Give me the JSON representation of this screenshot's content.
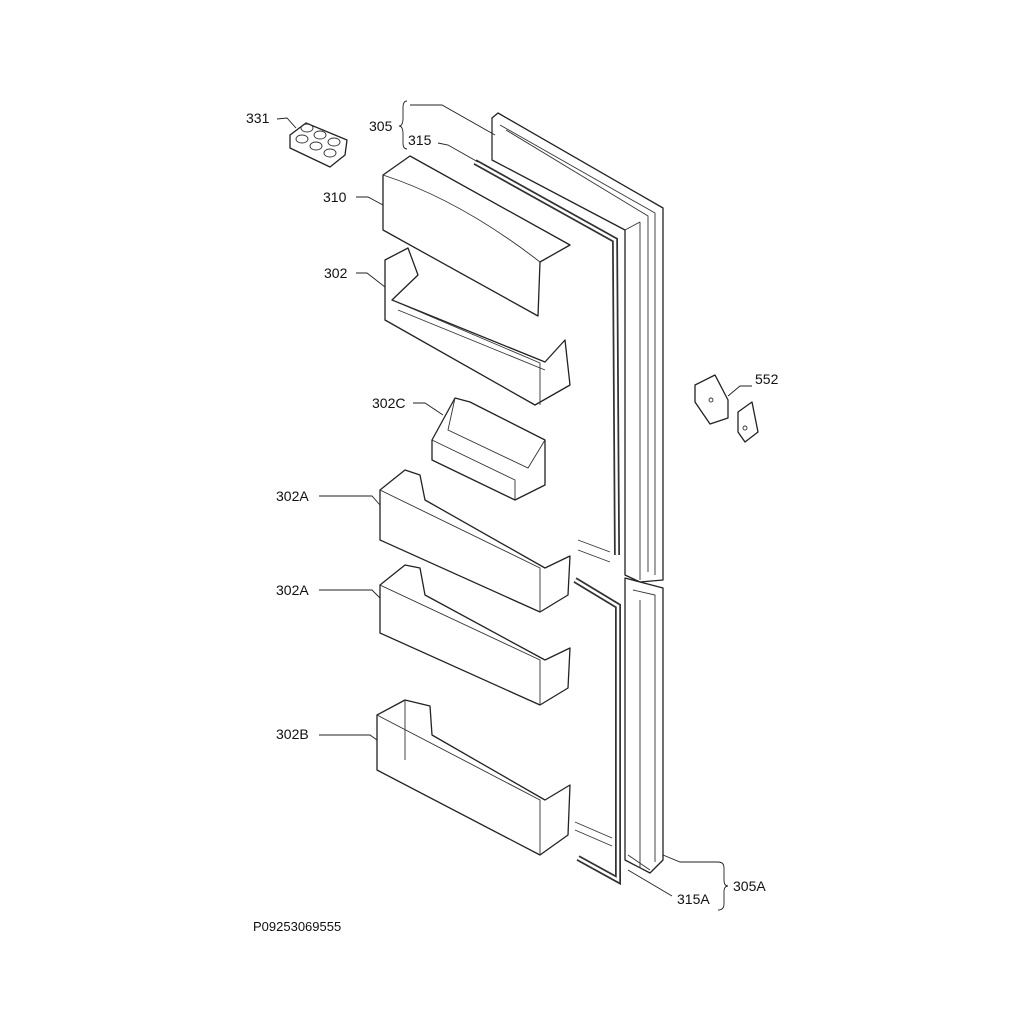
{
  "labels": {
    "p331": "331",
    "p305": "305",
    "p315": "315",
    "p310": "310",
    "p302": "302",
    "p302c": "302C",
    "p302a_1": "302A",
    "p302a_2": "302A",
    "p302b": "302B",
    "p552": "552",
    "p305a": "305A",
    "p315a": "315A"
  },
  "diagram_code": "P09253069555"
}
